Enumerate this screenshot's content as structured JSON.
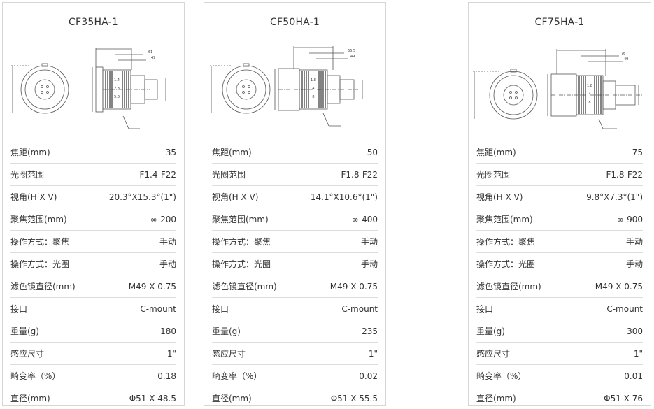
{
  "cards": [
    {
      "title": "CF35HA-1",
      "rows": [
        {
          "k": "焦距(mm)",
          "v": "35"
        },
        {
          "k": "光圈范围",
          "v": "F1.4-F22"
        },
        {
          "k": "视角(H X V)",
          "v": "20.3°X15.3°(1\")"
        },
        {
          "k": "聚焦范围(mm)",
          "v": "∞-200"
        },
        {
          "k": "操作方式：聚焦",
          "v": "手动"
        },
        {
          "k": "操作方式：光圈",
          "v": "手动"
        },
        {
          "k": "滤色镜直径(mm)",
          "v": "M49 X 0.75"
        },
        {
          "k": "接口",
          "v": "C-mount"
        },
        {
          "k": "重量(g)",
          "v": "180"
        },
        {
          "k": "感应尺寸",
          "v": "1\""
        },
        {
          "k": "畸变率（%）",
          "v": "0.18"
        },
        {
          "k": "直径(mm)",
          "v": "Φ51 X 48.5"
        }
      ]
    },
    {
      "title": "CF50HA-1",
      "rows": [
        {
          "k": "焦距(mm)",
          "v": "50"
        },
        {
          "k": "光圈范围",
          "v": "F1.8-F22"
        },
        {
          "k": "视角(H X V)",
          "v": "14.1°X10.6°(1\")"
        },
        {
          "k": "聚焦范围(mm)",
          "v": "∞-400"
        },
        {
          "k": "操作方式：聚焦",
          "v": "手动"
        },
        {
          "k": "操作方式：光圈",
          "v": "手动"
        },
        {
          "k": "滤色镜直径(mm)",
          "v": "M49 X 0.75"
        },
        {
          "k": "接口",
          "v": "C-mount"
        },
        {
          "k": "重量(g)",
          "v": "235"
        },
        {
          "k": "感应尺寸",
          "v": "1\""
        },
        {
          "k": "畸变率（%）",
          "v": "0.02"
        },
        {
          "k": "直径(mm)",
          "v": "Φ51 X 55.5"
        }
      ]
    },
    {
      "title": "CF75HA-1",
      "rows": [
        {
          "k": "焦距(mm)",
          "v": "75"
        },
        {
          "k": "光圈范围",
          "v": "F1.8-F22"
        },
        {
          "k": "视角(H X V)",
          "v": "9.8°X7.3°(1\")"
        },
        {
          "k": "聚焦范围(mm)",
          "v": "∞-900"
        },
        {
          "k": "操作方式：聚焦",
          "v": "手动"
        },
        {
          "k": "操作方式：光圈",
          "v": "手动"
        },
        {
          "k": "滤色镜直径(mm)",
          "v": "M49 X 0.75"
        },
        {
          "k": "接口",
          "v": "C-mount"
        },
        {
          "k": "重量(g)",
          "v": "300"
        },
        {
          "k": "感应尺寸",
          "v": "1\""
        },
        {
          "k": "畸变率（%）",
          "v": "0.01"
        },
        {
          "k": "直径(mm)",
          "v": "Φ51 X 76"
        }
      ]
    }
  ]
}
